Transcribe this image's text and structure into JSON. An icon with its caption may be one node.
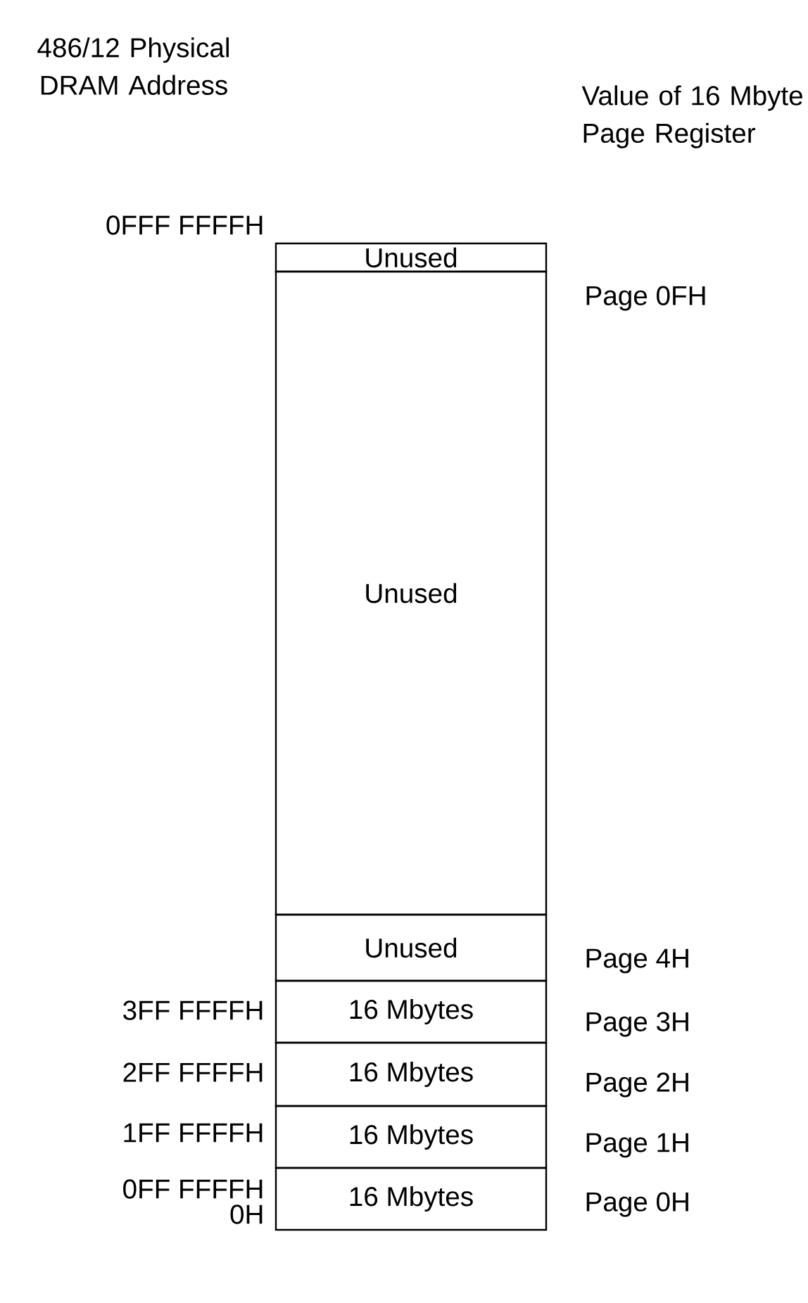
{
  "diagram": {
    "nodes": [
      {
        "text": [
          "Unused"
        ],
        "beside": [
          "Page 0FH"
        ]
      },
      {
        "text": [
          "Unused"
        ]
      },
      {
        "text": [
          "Unused"
        ],
        "beside": [
          "Page 4H"
        ]
      },
      {
        "text": [
          "16 Mbytes"
        ],
        "beside": [
          "Page 3H"
        ]
      },
      {
        "text": [
          "16 Mbytes"
        ],
        "beside": [
          "Page 2H"
        ]
      },
      {
        "text": [
          "16 Mbytes"
        ],
        "beside": [
          "Page 1H"
        ]
      },
      {
        "text": [
          "16 Mbytes"
        ],
        "beside": [
          "Page 0H"
        ]
      }
    ],
    "labels": [
      "486/12 Physical DRAM Address",
      "Value of 16 Mbyte Page Register",
      "0FFF FFFFH",
      "3FF FFFFH",
      "2FF FFFFH",
      "1FF FFFFH",
      "0FF FFFFH",
      "0H"
    ]
  }
}
